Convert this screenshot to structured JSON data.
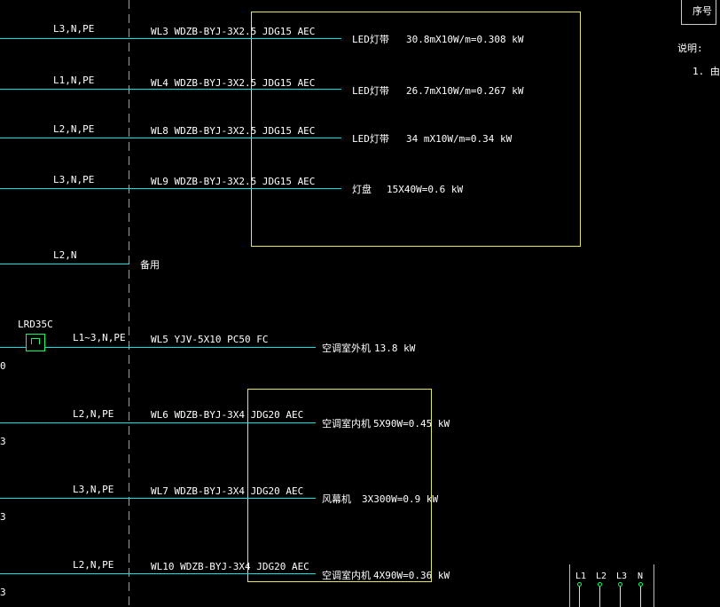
{
  "circuits": [
    {
      "phase": "L3,N,PE",
      "spec": "WL3  WDZB-BYJ-3X2.5  JDG15  AEC",
      "load": "LED灯带",
      "calc": "30.8mX10W/m=0.308 kW"
    },
    {
      "phase": "L1,N,PE",
      "spec": "WL4  WDZB-BYJ-3X2.5  JDG15  AEC",
      "load": "LED灯带",
      "calc": "26.7mX10W/m=0.267 kW"
    },
    {
      "phase": "L2,N,PE",
      "spec": "WL8  WDZB-BYJ-3X2.5  JDG15  AEC",
      "load": "LED灯带",
      "calc": "34 mX10W/m=0.34 kW"
    },
    {
      "phase": "L3,N,PE",
      "spec": "WL9  WDZB-BYJ-3X2.5  JDG15  AEC",
      "load": "灯盘",
      "calc": "15X40W=0.6 kW"
    },
    {
      "phase": "L2,N",
      "spare": "备用"
    },
    {
      "phase": "L1~3,N,PE",
      "device": "LRD35C",
      "spec": "WL5  YJV-5X10  PC50  FC",
      "load": "空调室外机",
      "calc": "13.8 kW"
    },
    {
      "phase": "L2,N,PE",
      "spec": "WL6  WDZB-BYJ-3X4  JDG20  AEC",
      "load": "空调室内机",
      "calc": "5X90W=0.45 kW"
    },
    {
      "phase": "L3,N,PE",
      "spec": "WL7  WDZB-BYJ-3X4  JDG20  AEC",
      "load": "风幕机",
      "calc": "3X300W=0.9 kW"
    },
    {
      "phase": "L2,N,PE",
      "spec": "WL10  WDZB-BYJ-3X4  JDG20  AEC",
      "load": "空调室内机",
      "calc": "4X90W=0.36 kW"
    }
  ],
  "left_edge_marks": [
    "0",
    "3",
    "3",
    "3"
  ],
  "right_panel": {
    "header": "序号",
    "notes_label": "说明:",
    "notes_item": "1. 由"
  },
  "bus_labels": [
    "L1",
    "L2",
    "L3",
    "N"
  ],
  "colors": {
    "background": "#000000",
    "circuit_line": "#00e6e6",
    "group_box": "#e6e65a",
    "center_dash": "#00ff66",
    "text": "#ffffff"
  }
}
